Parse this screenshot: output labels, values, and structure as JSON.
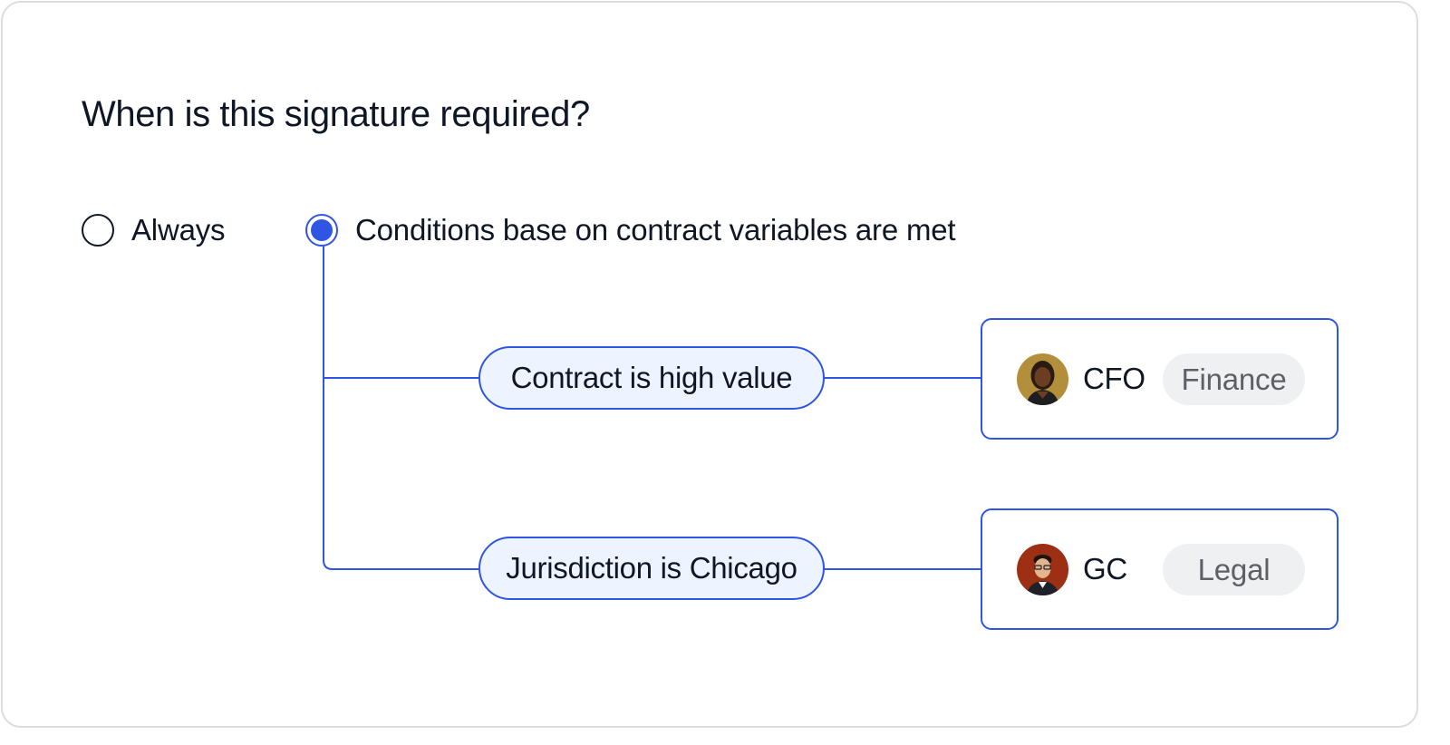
{
  "title": "When is this signature required?",
  "options": {
    "always": {
      "label": "Always",
      "selected": false
    },
    "conditions": {
      "label": "Conditions base on contract variables are met",
      "selected": true
    }
  },
  "rules": [
    {
      "condition": "Contract is high value",
      "signer": {
        "role": "CFO",
        "department": "Finance",
        "avatar": "person-avatar"
      }
    },
    {
      "condition": "Jurisdiction is Chicago",
      "signer": {
        "role": "GC",
        "department": "Legal",
        "avatar": "person-avatar"
      }
    }
  ],
  "colors": {
    "accent": "#2f55e4",
    "pill_fill": "#eef4ff",
    "chip_fill": "#eff0f2",
    "text": "#0f1626",
    "muted_text": "#5f6066",
    "card_border": "#dcdde1"
  }
}
